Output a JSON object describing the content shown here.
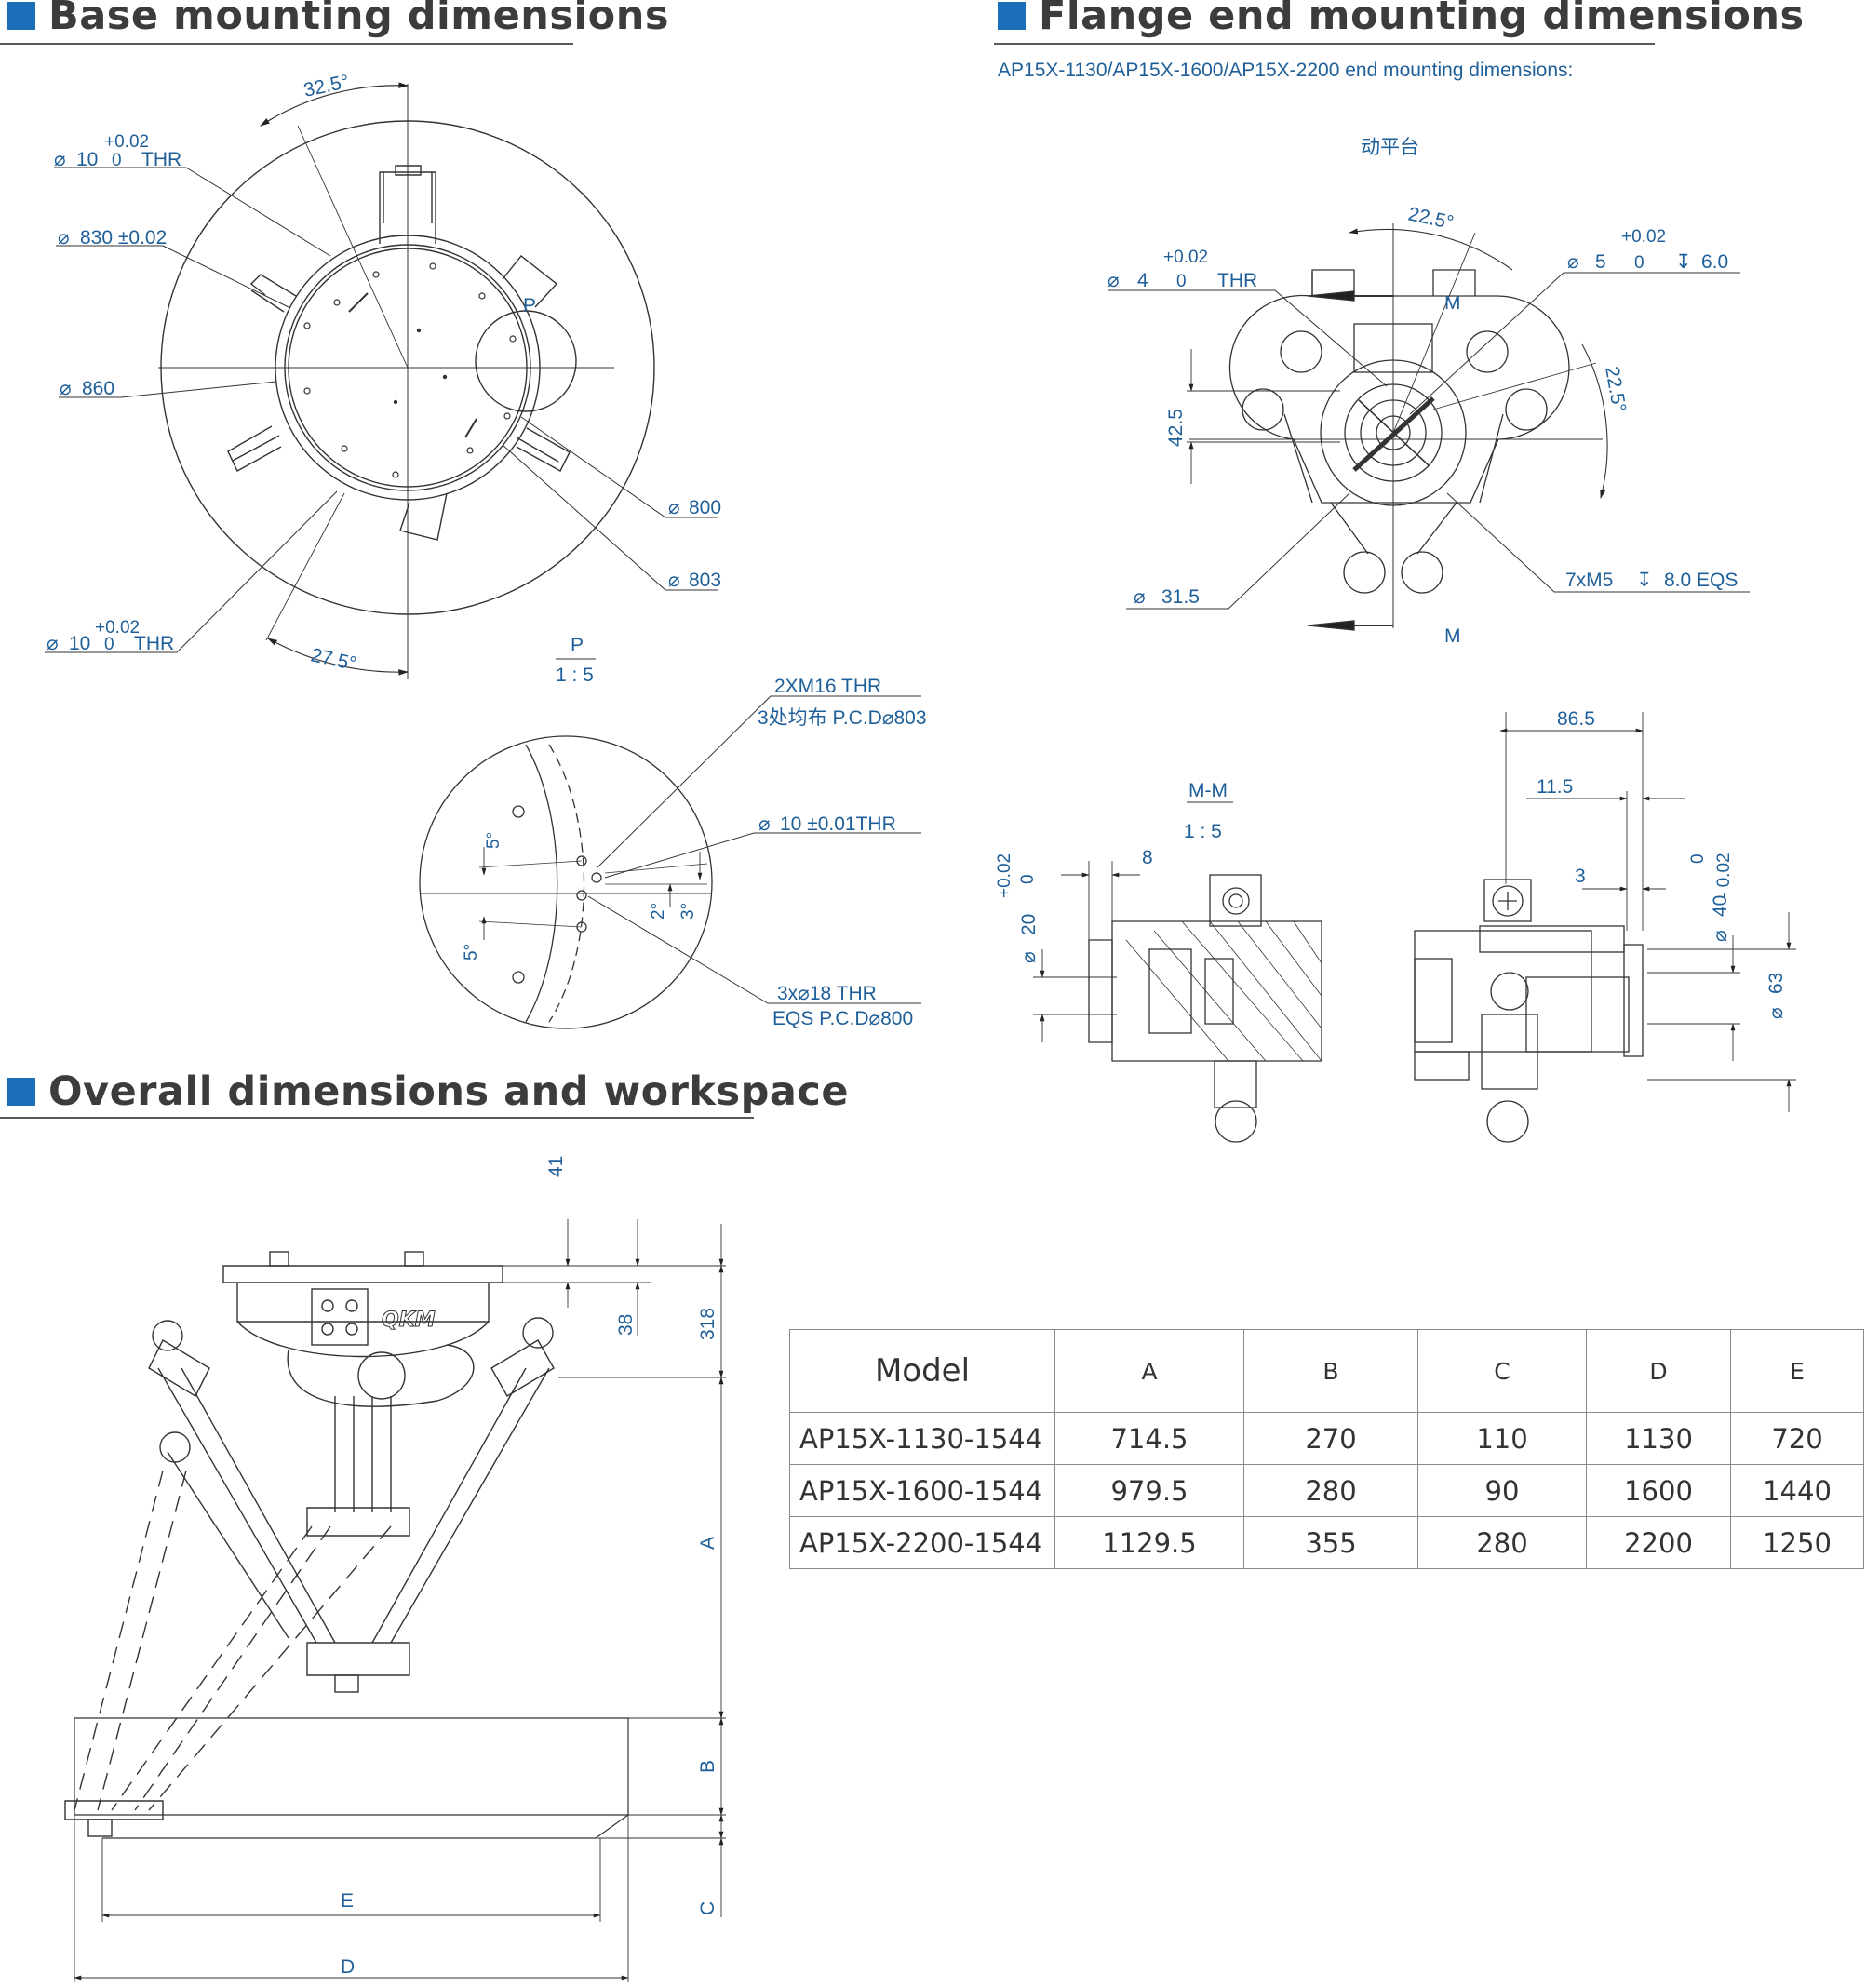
{
  "sections": {
    "base_title": "Base mounting dimensions",
    "flange_title": "Flange end mounting dimensions",
    "overall_title": "Overall dimensions and workspace"
  },
  "flange": {
    "note": "AP15X-1130/AP15X-1600/AP15X-2200 end mounting dimensions:",
    "platform_label": "动平台",
    "hole_dia": "4",
    "hole_tol_upper": "+0.02",
    "hole_tol_lower": "0",
    "hole_suffix": "THR",
    "pin_dia": "5",
    "pin_tol_upper": "+0.02",
    "pin_tol_lower": "0",
    "pin_depth": "6.0",
    "angle_top": "22.5°",
    "angle_right": "22.5°",
    "dim_42_5": "42.5",
    "dia_31_5": "31.5",
    "threads": "7xM5",
    "thread_depth": "8.0 EQS",
    "section_mark": "M",
    "section_view": "M-M",
    "section_scale": "1 : 5",
    "d_20_tol_upper": "+0.02",
    "d_20_tol_lower": "0",
    "d_20": "20",
    "dim_8": "8",
    "dim_86_5": "86.5",
    "dim_11_5": "11.5",
    "dim_3": "3",
    "d_40": "40",
    "d_40_tol_upper": "0",
    "d_40_tol_lower": "- 0.02",
    "d_63": "63"
  },
  "base": {
    "angle_32_5": "32.5°",
    "angle_27_5": "27.5°",
    "hole_dia": "10",
    "hole_tol_upper": "+0.02",
    "hole_tol_lower": "0",
    "hole_suffix": "THR",
    "d_830": "830 ±0.02",
    "d_860": "860",
    "d_800": "800",
    "d_803": "803",
    "detail_mark": "P",
    "detail_label": "P",
    "detail_scale": "1 : 5",
    "detail_m16": "2XM16 THR",
    "detail_m16_pcd": "3处均布 P.C.D⌀803",
    "detail_d10": "10 ±0.01THR",
    "detail_d18": "3x⌀18 THR",
    "detail_d18_pcd": "EQS P.C.D⌀800",
    "angle_5a": "5°",
    "angle_5b": "5°",
    "angle_2": "2°",
    "angle_3": "3°"
  },
  "overall": {
    "dim_41": "41",
    "dim_38": "38",
    "dim_318": "318",
    "label_A": "A",
    "label_B": "B",
    "label_C": "C",
    "label_D": "D",
    "label_E": "E",
    "logo": "QKM"
  },
  "table": {
    "headers": [
      "Model",
      "A",
      "B",
      "C",
      "D",
      "E"
    ],
    "rows": [
      [
        "AP15X-1130-1544",
        "714.5",
        "270",
        "110",
        "1130",
        "720"
      ],
      [
        "AP15X-1600-1544",
        "979.5",
        "280",
        "90",
        "1600",
        "1440"
      ],
      [
        "AP15X-2200-1544",
        "1129.5",
        "355",
        "280",
        "2200",
        "1250"
      ]
    ]
  },
  "colors": {
    "accent": "#1a6fb8",
    "dimension_text": "#1f5f99",
    "line": "#333333"
  }
}
